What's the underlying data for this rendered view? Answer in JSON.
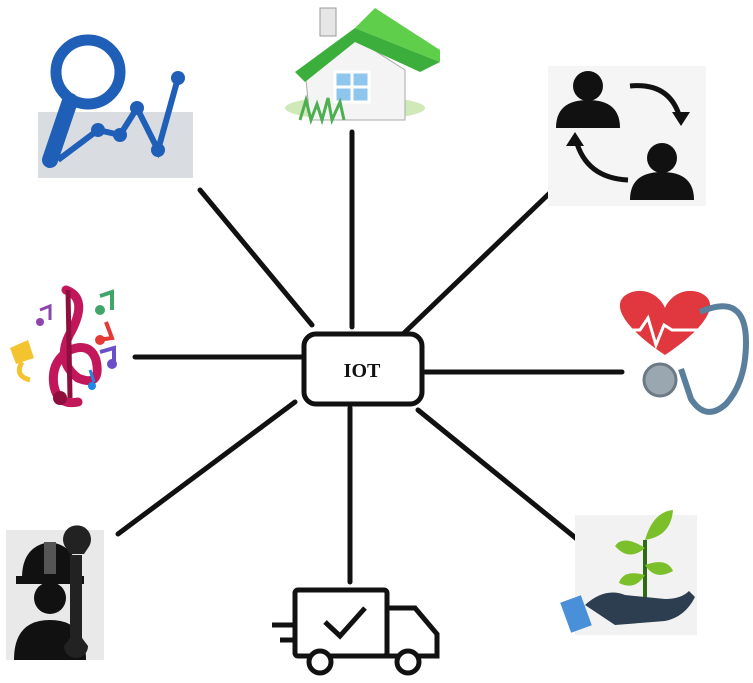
{
  "hub": {
    "label": "IOT"
  },
  "spokes": [
    {
      "id": "analytics",
      "icon": "magnifier-chart-icon",
      "color": "#1f5fb8"
    },
    {
      "id": "smart-home",
      "icon": "house-icon",
      "color": "#3cae3c"
    },
    {
      "id": "user-exchange",
      "icon": "users-exchange-icon",
      "color": "#111111"
    },
    {
      "id": "healthcare",
      "icon": "heart-stethoscope-icon",
      "color": "#e0383e"
    },
    {
      "id": "agriculture",
      "icon": "plant-in-hand-icon",
      "color": "#7bbf2a"
    },
    {
      "id": "logistics",
      "icon": "delivery-truck-icon",
      "color": "#111111"
    },
    {
      "id": "maintenance",
      "icon": "worker-wrench-icon",
      "color": "#111111"
    },
    {
      "id": "music",
      "icon": "music-notes-icon",
      "color": "#c2185b"
    }
  ]
}
